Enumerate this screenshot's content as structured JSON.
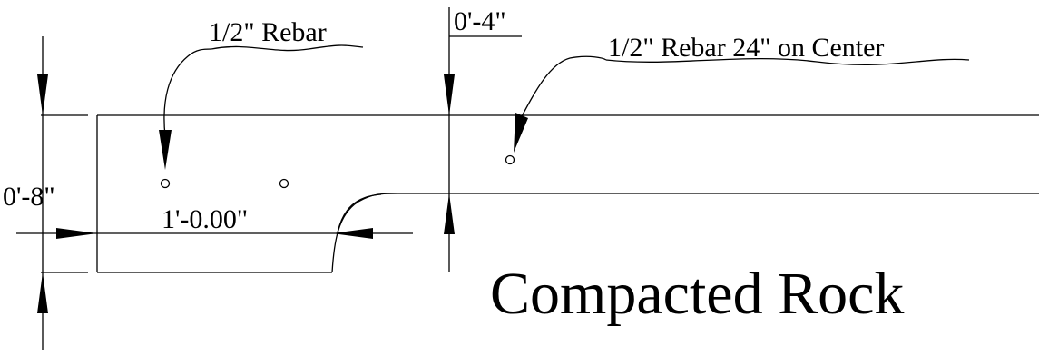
{
  "labels": {
    "rebar_label": "1/2\" Rebar",
    "rebar_spacing_label": "1/2\" Rebar 24\" on Center",
    "footing_depth": "0'-8\"",
    "footing_width": "1'-0.00\"",
    "slab_thickness": "0'-4\"",
    "subgrade_label": "Compacted Rock"
  }
}
